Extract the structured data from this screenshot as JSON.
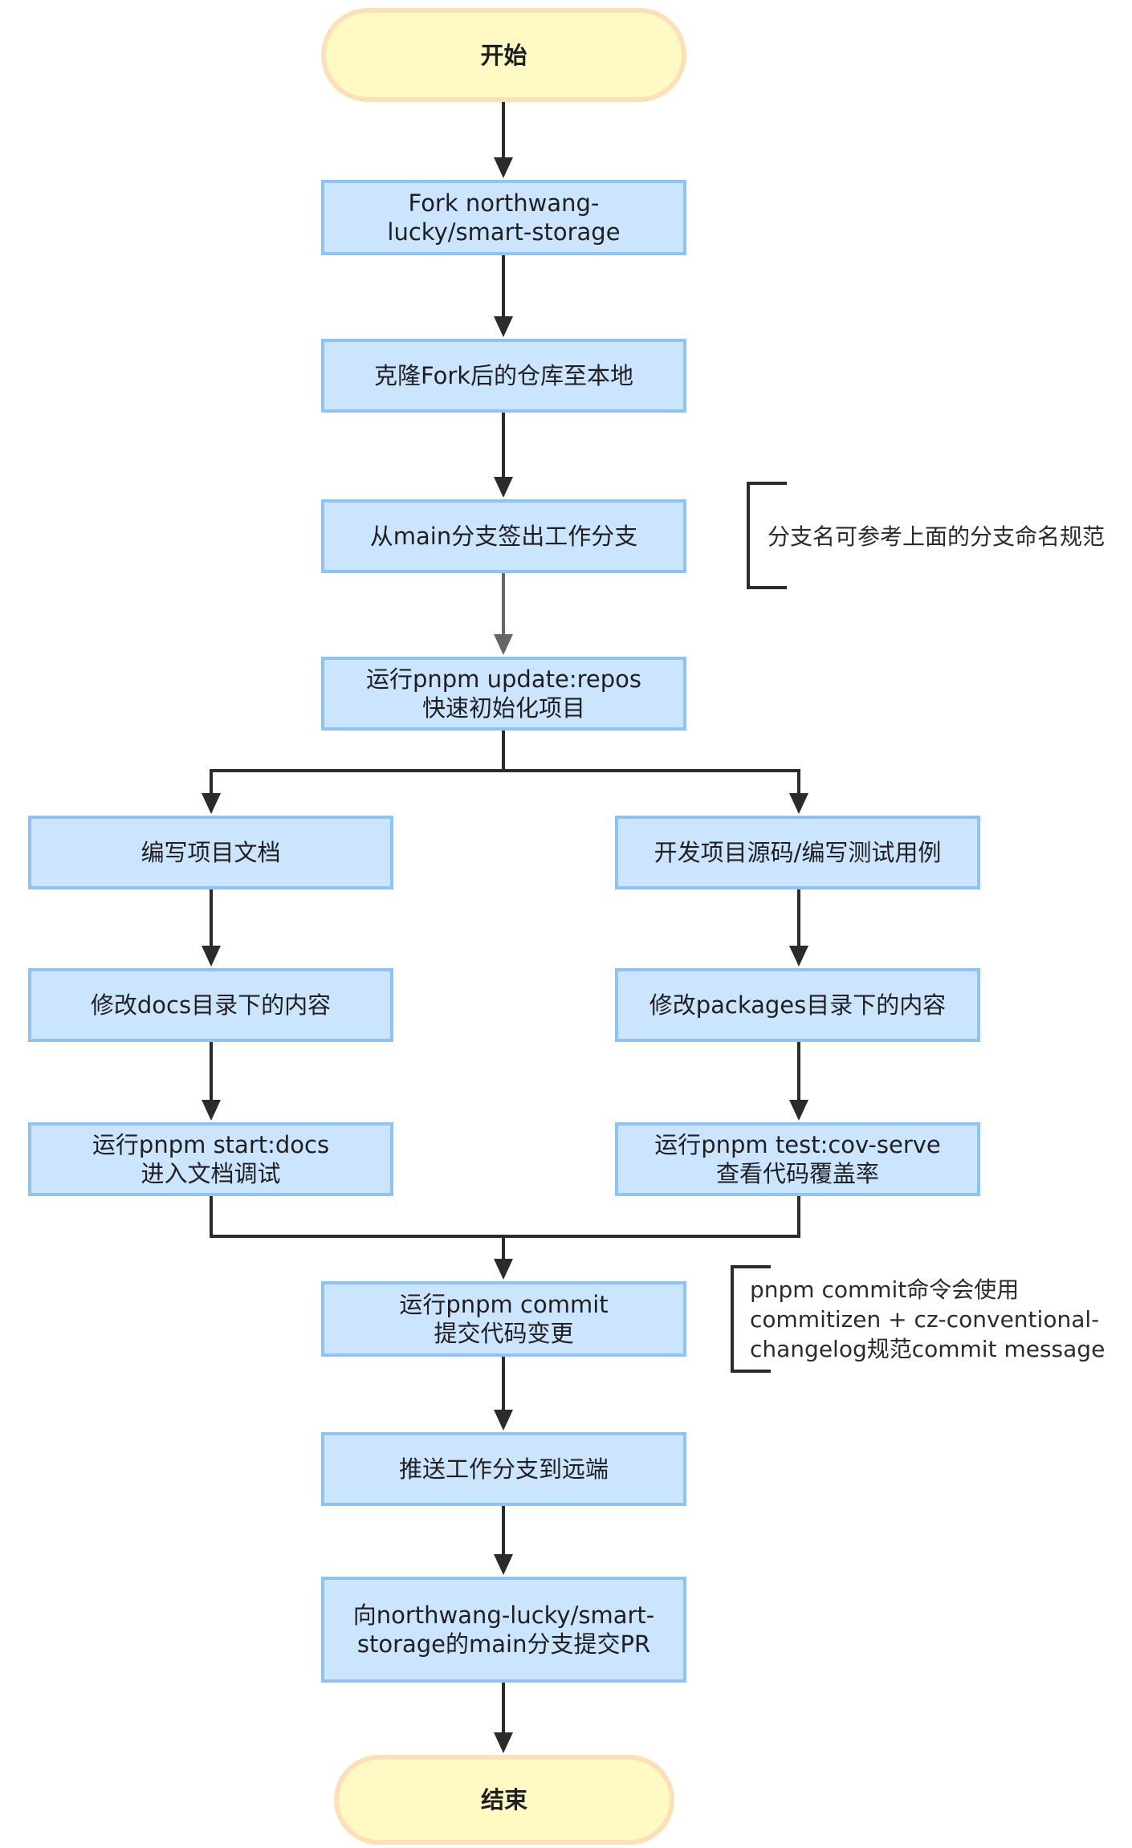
{
  "colors": {
    "process_fill": "#cce5ff",
    "process_border": "#8fc3f3",
    "terminal_fill": "#fff9c4",
    "terminal_border": "#fde0b8",
    "line": "#2b2b2b"
  },
  "nodes": {
    "start": "开始",
    "fork": "Fork northwang-\nlucky/smart-storage",
    "clone": "克隆Fork后的仓库至本地",
    "checkout": "从main分支签出工作分支",
    "update": "运行pnpm update:repos\n快速初始化项目",
    "write_docs": "编写项目文档",
    "dev_source": "开发项目源码/编写测试用例",
    "edit_docs": "修改docs目录下的内容",
    "edit_packages": "修改packages目录下的内容",
    "start_docs": "运行pnpm start:docs\n进入文档调试",
    "test_cov": "运行pnpm test:cov-serve\n查看代码覆盖率",
    "commit": "运行pnpm commit\n提交代码变更",
    "push": "推送工作分支到远端",
    "pr": "向northwang-lucky/smart-\nstorage的main分支提交PR",
    "end": "结束"
  },
  "notes": {
    "branch_note": "分支名可参考上面的分支命名规范",
    "commit_note": "pnpm commit命令会使用\ncommitizen + cz-conventional-\nchangelog规范commit message"
  }
}
